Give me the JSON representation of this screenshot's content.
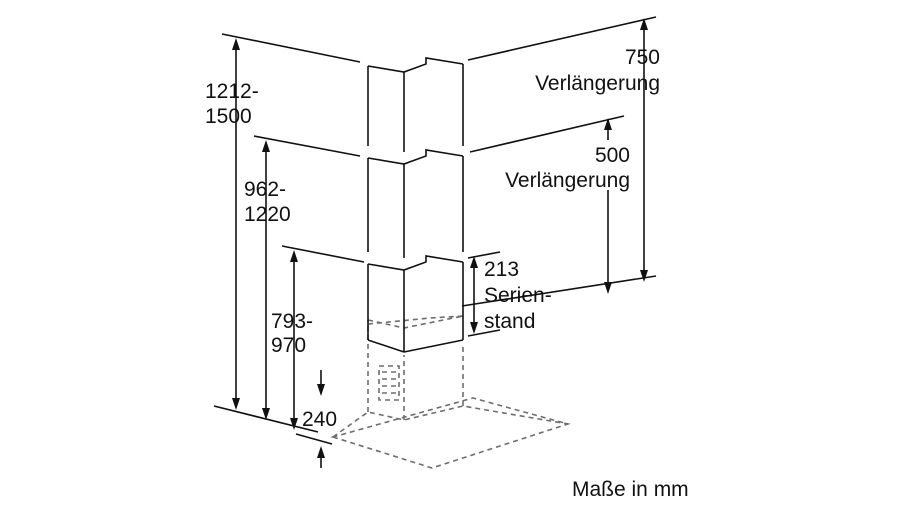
{
  "dimensions": {
    "extension_750": {
      "value": "750",
      "label": "Verlängerung"
    },
    "extension_500": {
      "value": "500",
      "label": "Verlängerung"
    },
    "standard_213": {
      "value": "213",
      "label_line1": "Serien-",
      "label_line2": "stand"
    },
    "height_1212_1500": {
      "line1": "1212-",
      "line2": "1500"
    },
    "height_962_1220": {
      "line1": "962-",
      "line2": "1220"
    },
    "height_793_970": {
      "line1": "793-",
      "line2": "970"
    },
    "hood_240": {
      "value": "240"
    }
  },
  "footnote": "Maße in mm"
}
